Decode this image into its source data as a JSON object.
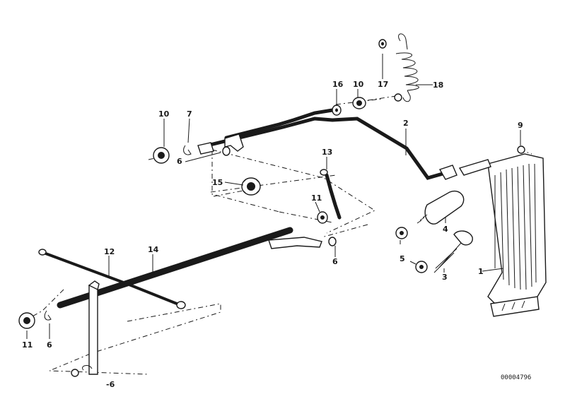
{
  "diagram": {
    "reference_code": "00004796",
    "callouts": [
      {
        "id": "c1",
        "label": "1"
      },
      {
        "id": "c2",
        "label": "2"
      },
      {
        "id": "c3",
        "label": "3"
      },
      {
        "id": "c4",
        "label": "4"
      },
      {
        "id": "c5",
        "label": "5"
      },
      {
        "id": "c6a",
        "label": "6"
      },
      {
        "id": "c6b",
        "label": "6"
      },
      {
        "id": "c6c",
        "label": "6"
      },
      {
        "id": "c6d",
        "label": "-6"
      },
      {
        "id": "c7",
        "label": "7"
      },
      {
        "id": "c9",
        "label": "9"
      },
      {
        "id": "c10a",
        "label": "10"
      },
      {
        "id": "c10b",
        "label": "10"
      },
      {
        "id": "c11a",
        "label": "11"
      },
      {
        "id": "c11b",
        "label": "11"
      },
      {
        "id": "c12",
        "label": "12"
      },
      {
        "id": "c13",
        "label": "13"
      },
      {
        "id": "c14",
        "label": "14"
      },
      {
        "id": "c15",
        "label": "15"
      },
      {
        "id": "c16",
        "label": "16"
      },
      {
        "id": "c17",
        "label": "17"
      },
      {
        "id": "c18",
        "label": "18"
      }
    ]
  }
}
